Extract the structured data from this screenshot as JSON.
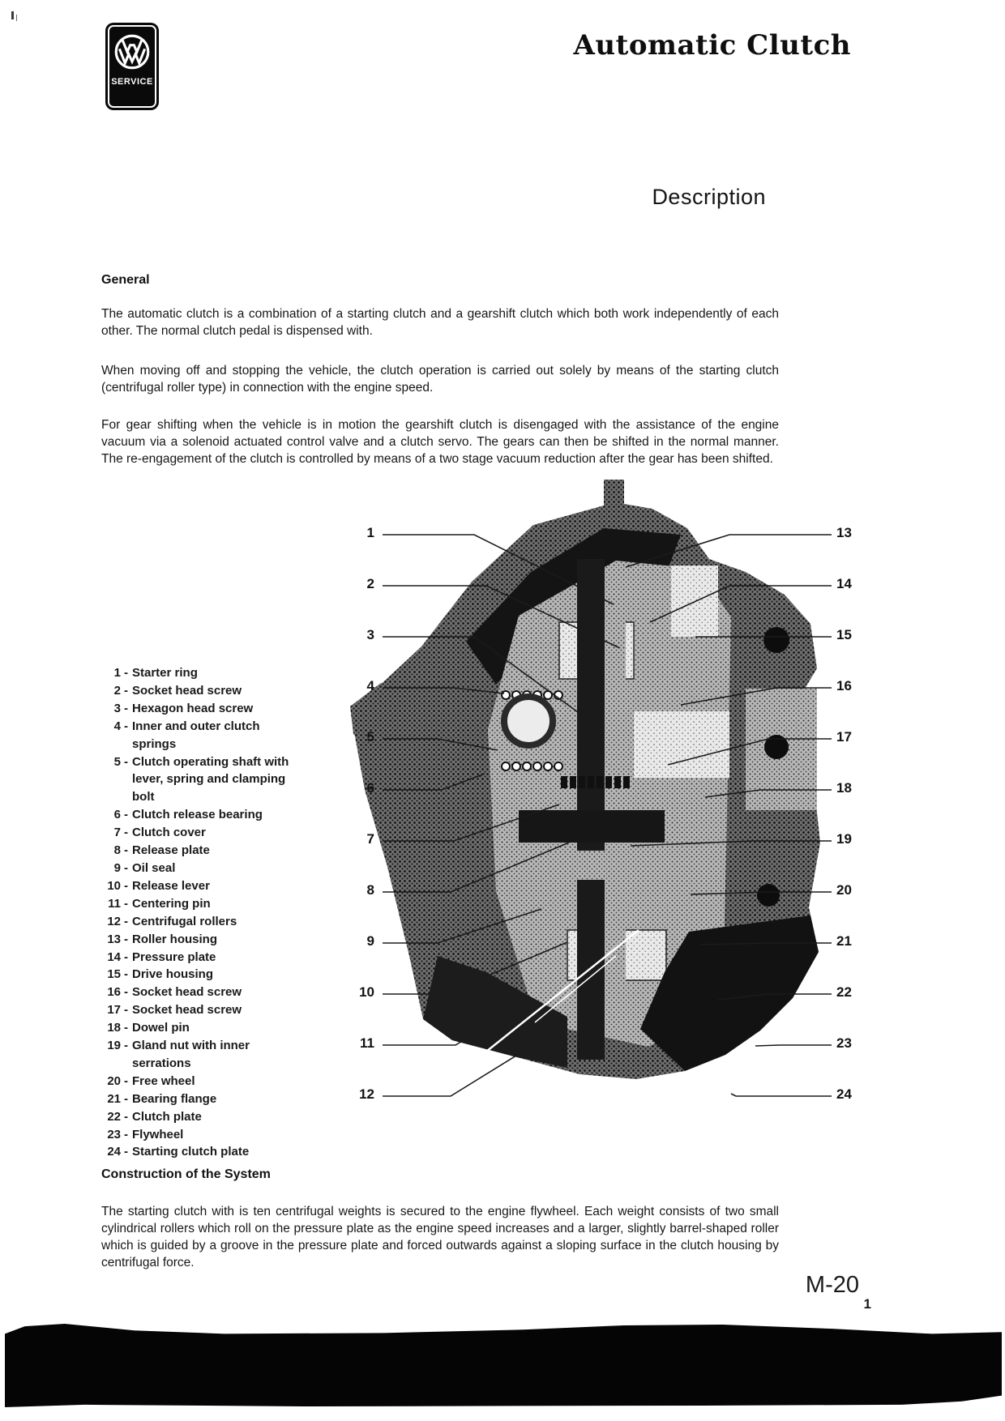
{
  "header": {
    "logo_label": "SERVICE",
    "title": "Automatic Clutch"
  },
  "sections": {
    "description_heading": "Description",
    "general": {
      "heading": "General",
      "paragraphs": [
        "The automatic clutch is a combination of a starting clutch and a gearshift clutch which both work independently of each other. The normal clutch pedal is dispensed with.",
        "When moving off and stopping the vehicle, the clutch operation is carried out solely by means of the starting clutch (centrifugal roller type) in connection with the engine speed.",
        "For gear shifting when the vehicle is in motion the gearshift clutch is disengaged with the assistance of the engine vacuum via a solenoid actuated control valve and a clutch servo. The gears can then be shifted in the normal manner. The re-engagement of the clutch is controlled by means of a two stage vacuum reduction after the gear has been shifted."
      ]
    },
    "construction": {
      "heading": "Construction of the System",
      "paragraph": "The starting clutch with is ten centrifugal weights is secured to the engine flywheel. Each weight consists of two small cylindrical rollers which roll on the pressure plate as the engine speed increases and a larger, slightly barrel-shaped roller which is guided by a groove in the pressure plate and forced outwards against a sloping surface in the clutch housing by centrifugal force."
    }
  },
  "diagram": {
    "separator": "-",
    "parts_list": [
      {
        "num": "1",
        "label": "Starter ring"
      },
      {
        "num": "2",
        "label": "Socket head screw"
      },
      {
        "num": "3",
        "label": "Hexagon head screw"
      },
      {
        "num": "4",
        "label": "Inner and outer clutch springs"
      },
      {
        "num": "5",
        "label": "Clutch operating shaft with lever, spring and clamping bolt"
      },
      {
        "num": "6",
        "label": "Clutch release bearing"
      },
      {
        "num": "7",
        "label": "Clutch cover"
      },
      {
        "num": "8",
        "label": "Release plate"
      },
      {
        "num": "9",
        "label": "Oil seal"
      },
      {
        "num": "10",
        "label": "Release lever"
      },
      {
        "num": "11",
        "label": "Centering pin"
      },
      {
        "num": "12",
        "label": "Centrifugal rollers"
      },
      {
        "num": "13",
        "label": "Roller housing"
      },
      {
        "num": "14",
        "label": "Pressure plate"
      },
      {
        "num": "15",
        "label": "Drive housing"
      },
      {
        "num": "16",
        "label": "Socket head screw"
      },
      {
        "num": "17",
        "label": "Socket head screw"
      },
      {
        "num": "18",
        "label": "Dowel pin"
      },
      {
        "num": "19",
        "label": "Gland nut with inner serrations"
      },
      {
        "num": "20",
        "label": "Free wheel"
      },
      {
        "num": "21",
        "label": "Bearing flange"
      },
      {
        "num": "22",
        "label": "Clutch plate"
      },
      {
        "num": "23",
        "label": "Flywheel"
      },
      {
        "num": "24",
        "label": "Starting clutch plate"
      }
    ],
    "callouts_left": [
      "1",
      "2",
      "3",
      "4",
      "5",
      "6",
      "7",
      "8",
      "9",
      "10",
      "11",
      "12"
    ],
    "callouts_right": [
      "13",
      "14",
      "15",
      "16",
      "17",
      "18",
      "19",
      "20",
      "21",
      "22",
      "23",
      "24"
    ]
  },
  "footer": {
    "page_code": "M-20",
    "page_number": "1"
  }
}
